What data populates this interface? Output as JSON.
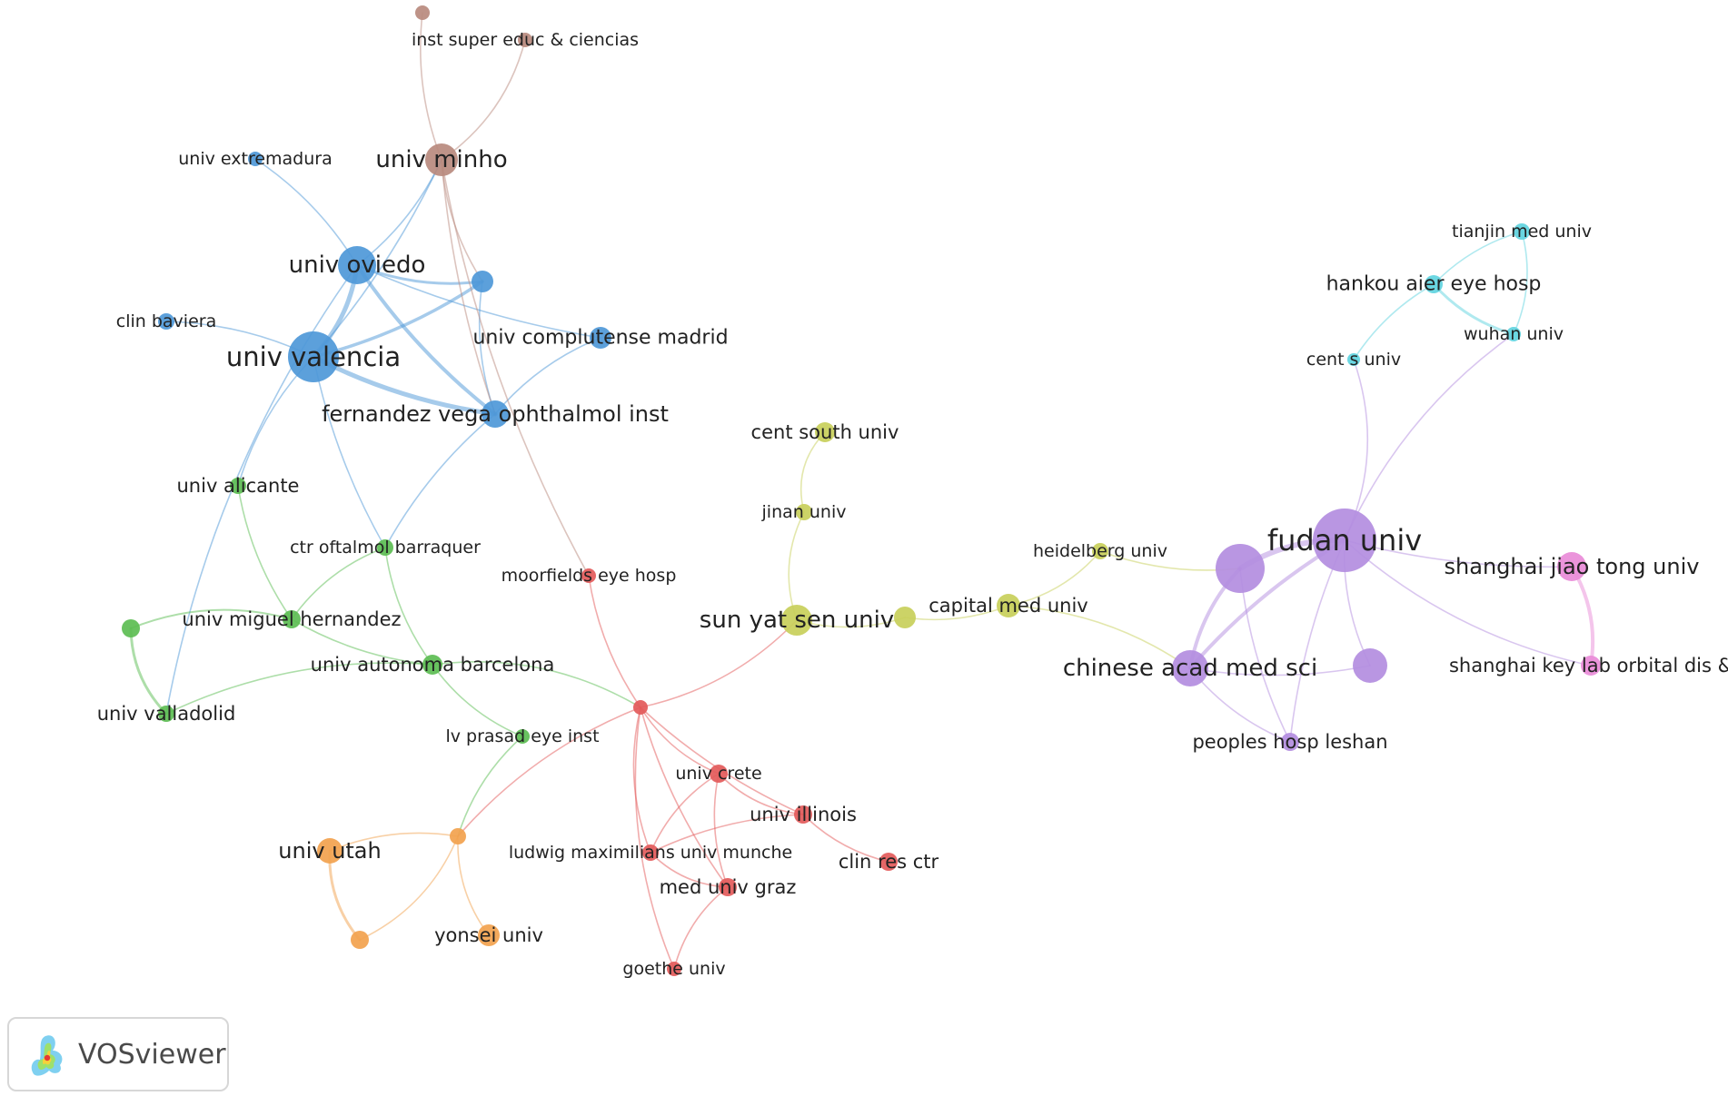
{
  "branding": {
    "label": "VOSviewer",
    "icon": "vosviewer-logo-icon"
  },
  "cluster_colors": {
    "blue": "#4e98d8",
    "brown": "#b98a7e",
    "green": "#5cbd53",
    "red": "#e35a5a",
    "yellow": "#c8cf5a",
    "orange": "#f2a24e",
    "purple": "#b38de0",
    "cyan": "#5fd4e0",
    "pink": "#e98bd8"
  },
  "nodes": [
    {
      "id": "univ-valencia",
      "label": "univ valencia",
      "cluster": "blue"
    },
    {
      "id": "univ-oviedo",
      "label": "univ oviedo",
      "cluster": "blue"
    },
    {
      "id": "univ-extremadura",
      "label": "univ extremadura",
      "cluster": "blue"
    },
    {
      "id": "clin-baviera",
      "label": "clin baviera",
      "cluster": "blue"
    },
    {
      "id": "univ-complutense-madrid",
      "label": "univ complutense madrid",
      "cluster": "blue"
    },
    {
      "id": "fernandez-vega-ophthalmol-inst",
      "label": "fernandez vega ophthalmol inst",
      "cluster": "blue"
    },
    {
      "id": "blue-unlabeled",
      "label": "",
      "cluster": "blue"
    },
    {
      "id": "univ-minho",
      "label": "univ minho",
      "cluster": "brown"
    },
    {
      "id": "inst-super-educ-ciencias",
      "label": "inst super educ & ciencias",
      "cluster": "brown"
    },
    {
      "id": "brown-unlabeled",
      "label": "",
      "cluster": "brown"
    },
    {
      "id": "univ-alicante",
      "label": "univ alicante",
      "cluster": "green"
    },
    {
      "id": "ctr-oftalmol-barraquer",
      "label": "ctr oftalmol barraquer",
      "cluster": "green"
    },
    {
      "id": "univ-miguel-hernandez",
      "label": "univ miguel hernandez",
      "cluster": "green"
    },
    {
      "id": "univ-autonoma-barcelona",
      "label": "univ autonoma barcelona",
      "cluster": "green"
    },
    {
      "id": "univ-valladolid",
      "label": "univ valladolid",
      "cluster": "green"
    },
    {
      "id": "lv-prasad-eye-inst",
      "label": "lv prasad eye inst",
      "cluster": "green"
    },
    {
      "id": "green-unlabeled",
      "label": "",
      "cluster": "green"
    },
    {
      "id": "moorfields-eye-hosp",
      "label": "moorfields eye hosp",
      "cluster": "red"
    },
    {
      "id": "red-hub",
      "label": "",
      "cluster": "red"
    },
    {
      "id": "univ-crete",
      "label": "univ crete",
      "cluster": "red"
    },
    {
      "id": "univ-illinois",
      "label": "univ illinois",
      "cluster": "red"
    },
    {
      "id": "ludwig-maximilians-univ-munche",
      "label": "ludwig maximilians univ munche",
      "cluster": "red"
    },
    {
      "id": "clin-res-ctr",
      "label": "clin res ctr",
      "cluster": "red"
    },
    {
      "id": "med-univ-graz",
      "label": "med univ graz",
      "cluster": "red"
    },
    {
      "id": "goethe-univ",
      "label": "goethe univ",
      "cluster": "red"
    },
    {
      "id": "univ-utah",
      "label": "univ utah",
      "cluster": "orange"
    },
    {
      "id": "orange-hub",
      "label": "",
      "cluster": "orange"
    },
    {
      "id": "orange-unlabeled",
      "label": "",
      "cluster": "orange"
    },
    {
      "id": "yonsei-univ",
      "label": "yonsei univ",
      "cluster": "orange"
    },
    {
      "id": "cent-south-univ",
      "label": "cent south univ",
      "cluster": "yellow"
    },
    {
      "id": "jinan-univ",
      "label": "jinan univ",
      "cluster": "yellow"
    },
    {
      "id": "sun-yat-sen-univ",
      "label": "sun yat sen univ",
      "cluster": "yellow"
    },
    {
      "id": "yellow-unlabeled",
      "label": "",
      "cluster": "yellow"
    },
    {
      "id": "capital-med-univ",
      "label": "capital med univ",
      "cluster": "yellow"
    },
    {
      "id": "heidelberg-univ",
      "label": "heidelberg univ",
      "cluster": "yellow"
    },
    {
      "id": "fudan-univ",
      "label": "fudan univ",
      "cluster": "purple"
    },
    {
      "id": "purple-unlabeled-1",
      "label": "",
      "cluster": "purple"
    },
    {
      "id": "chinese-acad-med-sci",
      "label": "chinese acad med sci",
      "cluster": "purple"
    },
    {
      "id": "purple-unlabeled-2",
      "label": "",
      "cluster": "purple"
    },
    {
      "id": "peoples-hosp-leshan",
      "label": "peoples hosp leshan",
      "cluster": "purple"
    },
    {
      "id": "shanghai-jiao-tong-univ",
      "label": "shanghai jiao tong univ",
      "cluster": "pink"
    },
    {
      "id": "shanghai-key-lab-orbital-dis",
      "label": "shanghai key lab orbital dis &",
      "cluster": "pink"
    },
    {
      "id": "tianjin-med-univ",
      "label": "tianjin med univ",
      "cluster": "cyan"
    },
    {
      "id": "hankou-aier-eye-hosp",
      "label": "hankou aier eye hosp",
      "cluster": "cyan"
    },
    {
      "id": "wuhan-univ",
      "label": "wuhan univ",
      "cluster": "cyan"
    },
    {
      "id": "cent-s-univ",
      "label": "cent s univ",
      "cluster": "cyan"
    }
  ],
  "links": [
    [
      "univ-valencia",
      "univ-oviedo"
    ],
    [
      "univ-valencia",
      "fernandez-vega-ophthalmol-inst"
    ],
    [
      "univ-valencia",
      "blue-unlabeled"
    ],
    [
      "univ-valencia",
      "clin-baviera"
    ],
    [
      "univ-valencia",
      "univ-minho"
    ],
    [
      "univ-valencia",
      "univ-alicante"
    ],
    [
      "univ-oviedo",
      "fernandez-vega-ophthalmol-inst"
    ],
    [
      "univ-oviedo",
      "univ-minho"
    ],
    [
      "univ-oviedo",
      "univ-extremadura"
    ],
    [
      "univ-oviedo",
      "blue-unlabeled"
    ],
    [
      "univ-oviedo",
      "univ-complutense-madrid"
    ],
    [
      "univ-oviedo",
      "univ-valladolid"
    ],
    [
      "blue-unlabeled",
      "fernandez-vega-ophthalmol-inst"
    ],
    [
      "univ-minho",
      "fernandez-vega-ophthalmol-inst"
    ],
    [
      "univ-minho",
      "blue-unlabeled"
    ],
    [
      "univ-complutense-madrid",
      "fernandez-vega-ophthalmol-inst"
    ],
    [
      "univ-minho",
      "inst-super-educ-ciencias"
    ],
    [
      "univ-minho",
      "brown-unlabeled"
    ],
    [
      "univ-minho",
      "moorfields-eye-hosp"
    ],
    [
      "fernandez-vega-ophthalmol-inst",
      "ctr-oftalmol-barraquer"
    ],
    [
      "univ-valencia",
      "ctr-oftalmol-barraquer"
    ],
    [
      "univ-alicante",
      "univ-miguel-hernandez"
    ],
    [
      "ctr-oftalmol-barraquer",
      "univ-miguel-hernandez"
    ],
    [
      "ctr-oftalmol-barraquer",
      "univ-autonoma-barcelona"
    ],
    [
      "univ-miguel-hernandez",
      "green-unlabeled"
    ],
    [
      "univ-miguel-hernandez",
      "univ-autonoma-barcelona"
    ],
    [
      "green-unlabeled",
      "univ-valladolid"
    ],
    [
      "univ-autonoma-barcelona",
      "lv-prasad-eye-inst"
    ],
    [
      "univ-autonoma-barcelona",
      "red-hub"
    ],
    [
      "lv-prasad-eye-inst",
      "orange-hub"
    ],
    [
      "univ-autonoma-barcelona",
      "univ-valladolid"
    ],
    [
      "moorfields-eye-hosp",
      "red-hub"
    ],
    [
      "red-hub",
      "univ-crete"
    ],
    [
      "red-hub",
      "univ-illinois"
    ],
    [
      "red-hub",
      "ludwig-maximilians-univ-munche"
    ],
    [
      "red-hub",
      "med-univ-graz"
    ],
    [
      "red-hub",
      "goethe-univ"
    ],
    [
      "red-hub",
      "orange-hub"
    ],
    [
      "red-hub",
      "sun-yat-sen-univ"
    ],
    [
      "univ-crete",
      "univ-illinois"
    ],
    [
      "univ-crete",
      "ludwig-maximilians-univ-munche"
    ],
    [
      "univ-crete",
      "med-univ-graz"
    ],
    [
      "univ-illinois",
      "clin-res-ctr"
    ],
    [
      "univ-illinois",
      "ludwig-maximilians-univ-munche"
    ],
    [
      "ludwig-maximilians-univ-munche",
      "med-univ-graz"
    ],
    [
      "med-univ-graz",
      "goethe-univ"
    ],
    [
      "univ-utah",
      "orange-hub"
    ],
    [
      "univ-utah",
      "orange-unlabeled"
    ],
    [
      "orange-hub",
      "orange-unlabeled"
    ],
    [
      "orange-hub",
      "yonsei-univ"
    ],
    [
      "cent-south-univ",
      "jinan-univ"
    ],
    [
      "jinan-univ",
      "sun-yat-sen-univ"
    ],
    [
      "sun-yat-sen-univ",
      "yellow-unlabeled"
    ],
    [
      "yellow-unlabeled",
      "capital-med-univ"
    ],
    [
      "capital-med-univ",
      "heidelberg-univ"
    ],
    [
      "capital-med-univ",
      "chinese-acad-med-sci"
    ],
    [
      "heidelberg-univ",
      "purple-unlabeled-1"
    ],
    [
      "fudan-univ",
      "purple-unlabeled-1"
    ],
    [
      "fudan-univ",
      "chinese-acad-med-sci"
    ],
    [
      "fudan-univ",
      "purple-unlabeled-2"
    ],
    [
      "fudan-univ",
      "peoples-hosp-leshan"
    ],
    [
      "fudan-univ",
      "shanghai-jiao-tong-univ"
    ],
    [
      "fudan-univ",
      "shanghai-key-lab-orbital-dis"
    ],
    [
      "fudan-univ",
      "cent-s-univ"
    ],
    [
      "fudan-univ",
      "wuhan-univ"
    ],
    [
      "purple-unlabeled-1",
      "chinese-acad-med-sci"
    ],
    [
      "purple-unlabeled-1",
      "peoples-hosp-leshan"
    ],
    [
      "chinese-acad-med-sci",
      "peoples-hosp-leshan"
    ],
    [
      "chinese-acad-med-sci",
      "purple-unlabeled-2"
    ],
    [
      "shanghai-jiao-tong-univ",
      "shanghai-key-lab-orbital-dis"
    ],
    [
      "tianjin-med-univ",
      "hankou-aier-eye-hosp"
    ],
    [
      "hankou-aier-eye-hosp",
      "wuhan-univ"
    ],
    [
      "hankou-aier-eye-hosp",
      "cent-s-univ"
    ],
    [
      "tianjin-med-univ",
      "wuhan-univ"
    ]
  ]
}
